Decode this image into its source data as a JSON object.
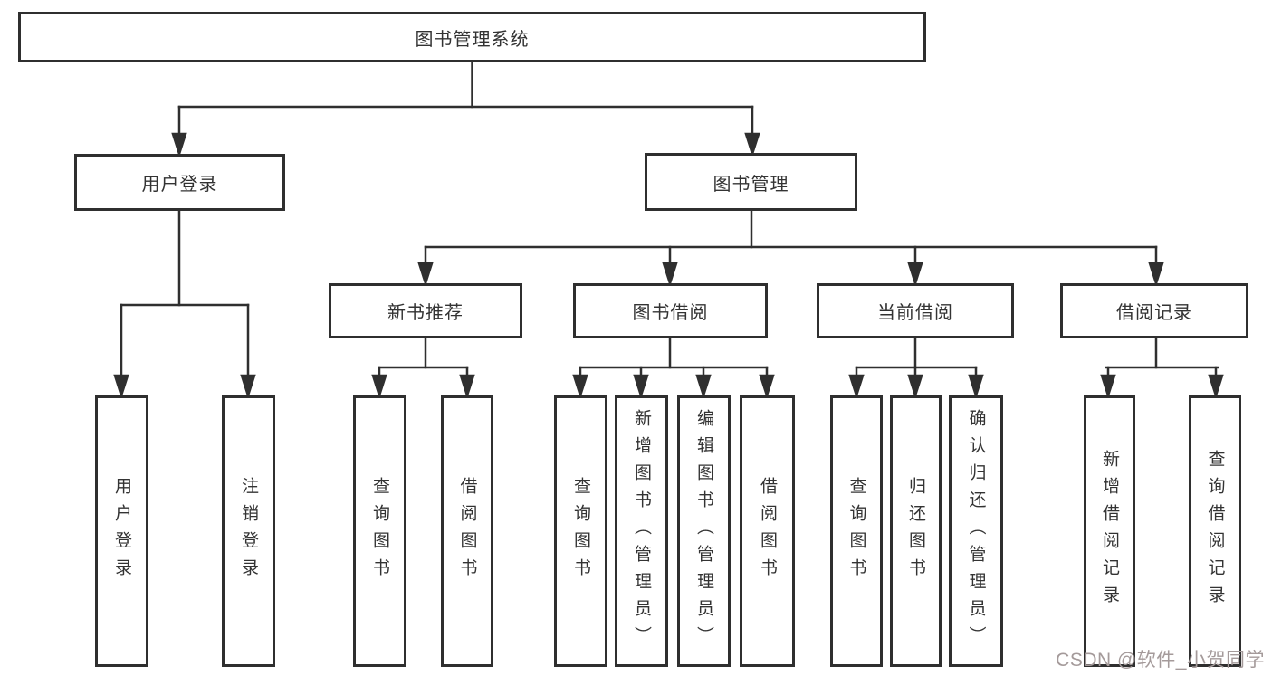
{
  "colors": {
    "line": "#2f2f2f",
    "box_border": "#2f2f2f",
    "text": "#333333",
    "background": "#ffffff",
    "watermark": "#a49a9a"
  },
  "watermark": {
    "text": "CSDN @软件_小贺同学"
  },
  "tree": {
    "root": {
      "label": "图书管理系统"
    },
    "branches": [
      {
        "label": "用户登录",
        "children": [
          {
            "label": "用户登录"
          },
          {
            "label": "注销登录"
          }
        ]
      },
      {
        "label": "图书管理",
        "children": [
          {
            "label": "新书推荐",
            "children": [
              {
                "label": "查询图书"
              },
              {
                "label": "借阅图书"
              }
            ]
          },
          {
            "label": "图书借阅",
            "children": [
              {
                "label": "查询图书"
              },
              {
                "label": "新增图书（管理员）"
              },
              {
                "label": "编辑图书（管理员）"
              },
              {
                "label": "借阅图书"
              }
            ]
          },
          {
            "label": "当前借阅",
            "children": [
              {
                "label": "查询图书"
              },
              {
                "label": "归还图书"
              },
              {
                "label": "确认归还（管理员）"
              }
            ]
          },
          {
            "label": "借阅记录",
            "children": [
              {
                "label": "新增借阅记录"
              },
              {
                "label": "查询借阅记录"
              }
            ]
          }
        ]
      }
    ]
  }
}
